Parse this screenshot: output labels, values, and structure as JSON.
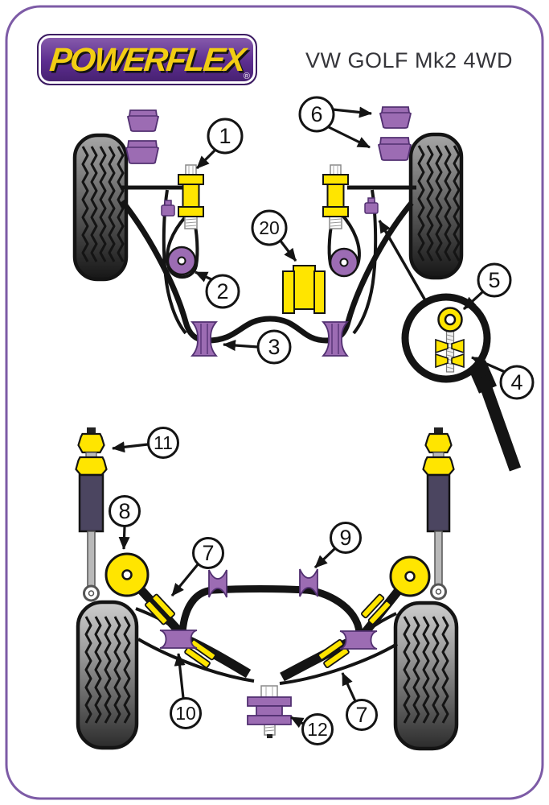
{
  "header": {
    "brand": "POWERFLEX",
    "registered_mark": "®",
    "vehicle_title": "VW GOLF Mk2 4WD"
  },
  "callouts": {
    "n1": "1",
    "n2": "2",
    "n3": "3",
    "n4": "4",
    "n5": "5",
    "n6": "6",
    "n7": "7",
    "n8": "8",
    "n9": "9",
    "n10": "10",
    "n11": "11",
    "n12": "12",
    "n20": "20"
  },
  "colors": {
    "brand_purple": "#5c2d8f",
    "frame_border": "#7d5ba6",
    "part_purple": "#9c6cb3",
    "part_yellow": "#ffe500",
    "logo_yellow": "#f2cd13"
  }
}
